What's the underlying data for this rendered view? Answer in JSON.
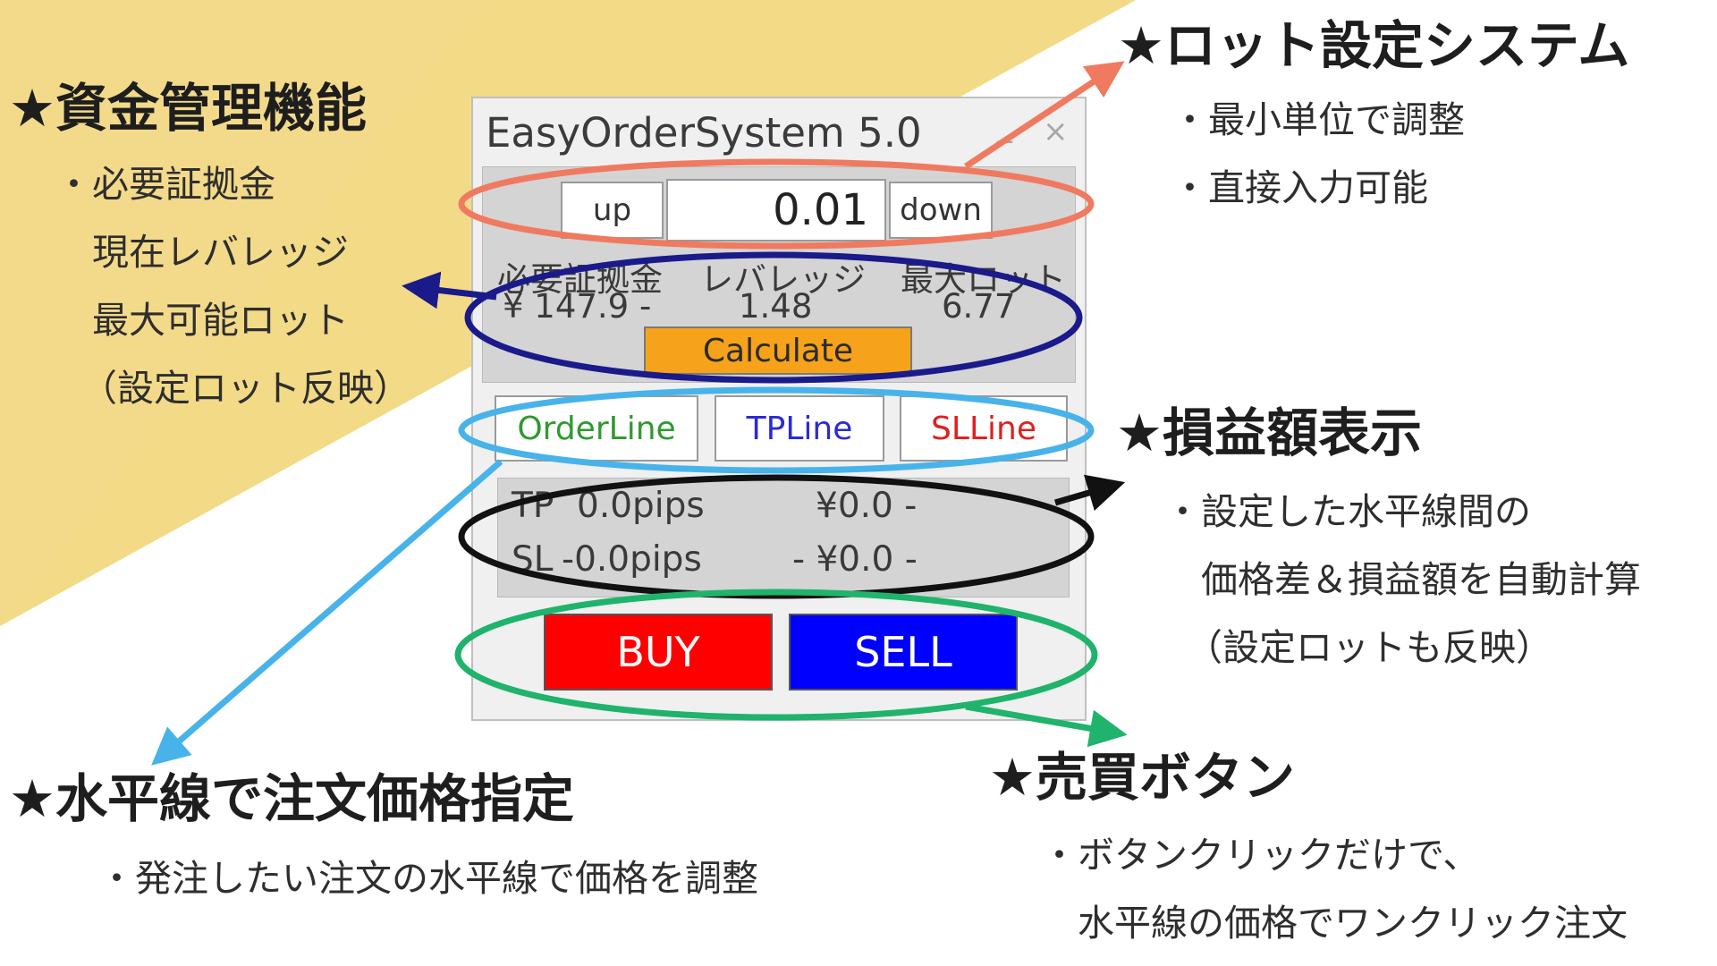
{
  "window": {
    "title": "EasyOrderSystem 5.0",
    "minimize_glyph": "_",
    "close_glyph": "×"
  },
  "lot": {
    "up_label": "up",
    "value": "0.01",
    "down_label": "down"
  },
  "stats": {
    "labels": [
      "必要証拠金",
      "レバレッジ",
      "最大ロット"
    ],
    "values": [
      "¥ 147.9 -",
      "1.48",
      "6.77"
    ]
  },
  "calculate_label": "Calculate",
  "lines": {
    "order_label": "OrderLine",
    "tp_label": "TPLine",
    "sl_label": "SLLine"
  },
  "pl": {
    "tp_label": "TP",
    "tp_pips": "0.0pips",
    "tp_amount": "¥0.0 -",
    "sl_label": "SL",
    "sl_pips": "-0.0pips",
    "sl_amount": "- ¥0.0 -"
  },
  "trade": {
    "buy_label": "BUY",
    "sell_label": "SELL"
  },
  "annotations": {
    "money": {
      "title": "★資金管理機能",
      "lines": [
        "・必要証拠金",
        "　現在レバレッジ",
        "　最大可能ロット",
        "（設定ロット反映）"
      ]
    },
    "lot": {
      "title": "★ロット設定システム",
      "lines": [
        "・最小単位で調整",
        "・直接入力可能"
      ]
    },
    "pl": {
      "title": "★損益額表示",
      "lines": [
        "・設定した水平線間の",
        "　価格差＆損益額を自動計算",
        "（設定ロットも反映）"
      ]
    },
    "hline": {
      "title": "★水平線で注文価格指定",
      "lines": [
        "・発注したい注文の水平線で価格を調整"
      ]
    },
    "trade": {
      "title": "★売買ボタン",
      "lines": [
        "・ボタンクリックだけで、",
        "　水平線の価格でワンクリック注文"
      ]
    }
  },
  "colors": {
    "bg_yellow_light": "#f8e6a6",
    "bg_yellow_dark": "#eccf6c",
    "ellipse_lot": "#f07a60",
    "ellipse_money": "#1b1a8a",
    "ellipse_lines": "#48b3ea",
    "ellipse_pl": "#111111",
    "ellipse_trade": "#1fb36c",
    "buy": "#ff0000",
    "sell": "#0000ff",
    "calculate": "#f6a21a",
    "order_text": "#2f9a2f",
    "tp_text": "#2a2ad6",
    "sl_text": "#e02020"
  }
}
